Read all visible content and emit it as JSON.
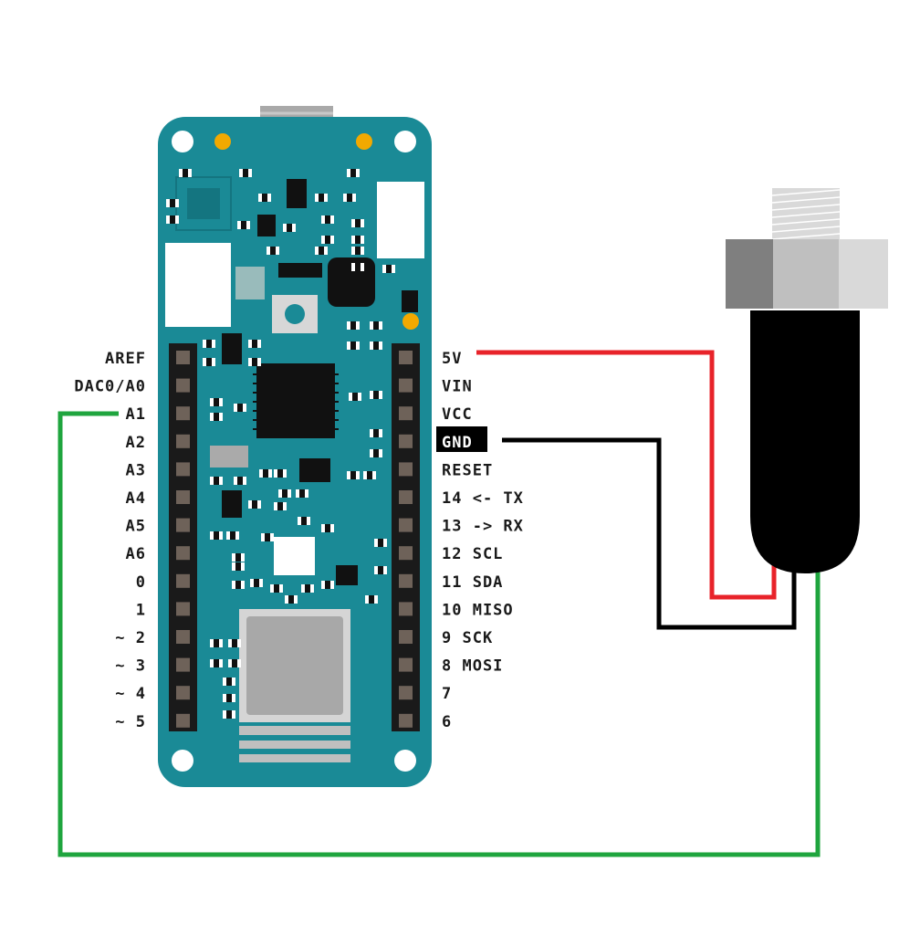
{
  "colors": {
    "board": "#1a8a96",
    "board_edge": "#157781",
    "header": "#1a1a1a",
    "pin": "#6e6259",
    "wire_5v": "#e8232a",
    "wire_gnd": "#000000",
    "wire_signal": "#1fa53e",
    "gold": "#f2a900",
    "sensor_body": "#000000"
  },
  "board": {
    "left_pins": [
      "AREF",
      "DAC0/A0",
      "A1",
      "A2",
      "A3",
      "A4",
      "A5",
      "A6",
      "0",
      "1",
      "~ 2",
      "~ 3",
      "~ 4",
      "~ 5"
    ],
    "right_pins": [
      "5V",
      "VIN",
      "VCC",
      "GND",
      "RESET",
      "14 <- TX",
      "13 -> RX",
      "12 SCL",
      "11 SDA",
      "10 MISO",
      "9 SCK",
      "8 MOSI",
      "7",
      "6"
    ],
    "highlighted_pin": "GND"
  },
  "sensor": {
    "name": "water-pressure-sensor"
  },
  "wires": [
    {
      "name": "wire-5v",
      "from": "5V",
      "to": "sensor-red-lead",
      "color": "wire_5v"
    },
    {
      "name": "wire-gnd",
      "from": "GND",
      "to": "sensor-black-lead",
      "color": "wire_gnd"
    },
    {
      "name": "wire-signal",
      "from": "A1",
      "to": "sensor-signal-lead",
      "color": "wire_signal"
    }
  ]
}
